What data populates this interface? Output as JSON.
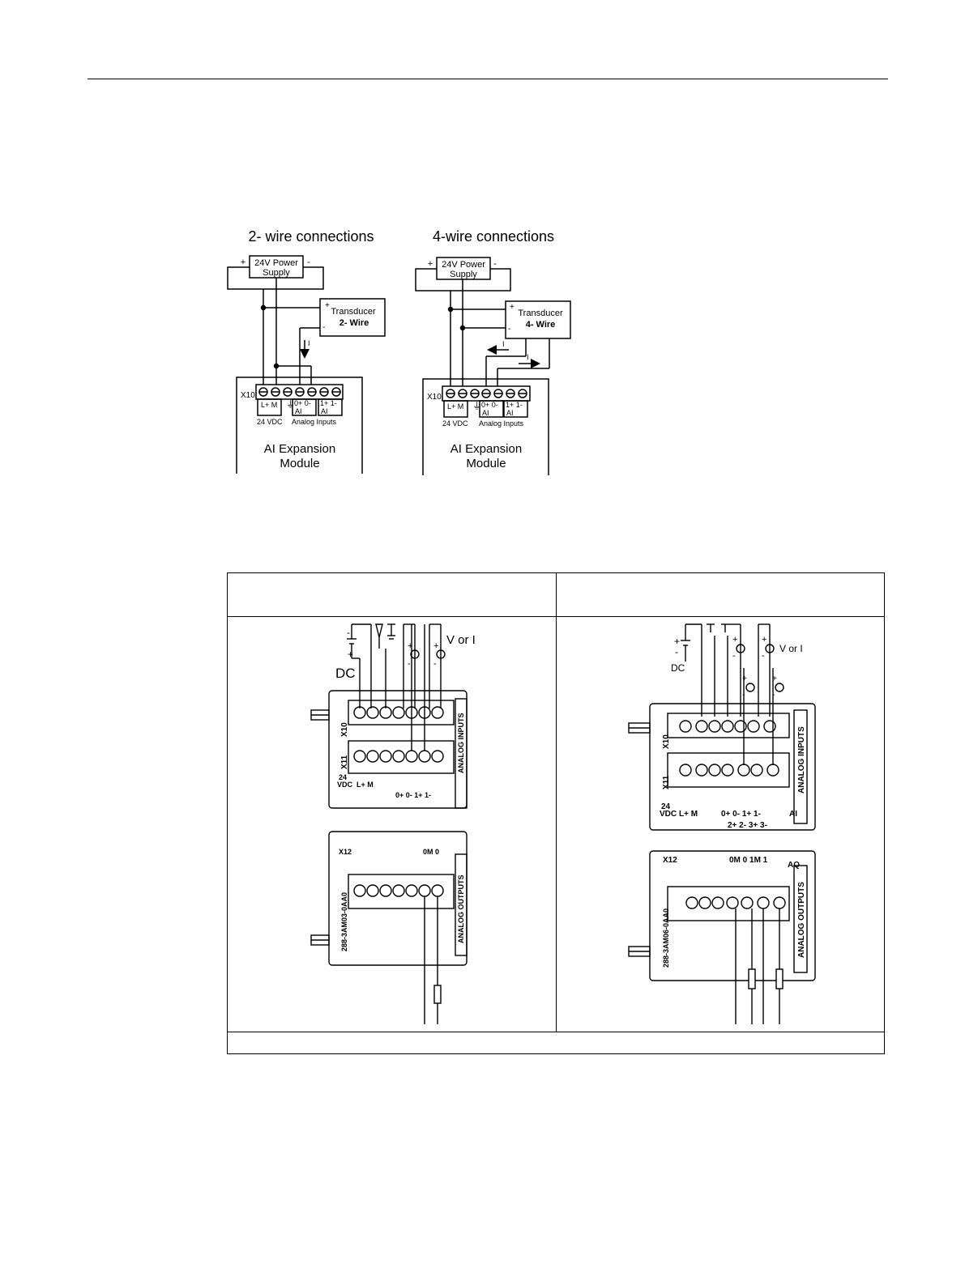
{
  "figure1": {
    "left": {
      "title": "2- wire connections",
      "supply_label": "24V Power Supply",
      "supply_line1": "24V Power",
      "supply_line2": "Supply",
      "plus": "+",
      "minus": "-",
      "transducer_line1": "Transducer",
      "transducer_line2": "2- Wire",
      "current": "I",
      "connector": "X10",
      "term_lm": "L+ M",
      "term_ai0": "0+ 0-",
      "term_ai1": "1+ 1-",
      "ai": "AI",
      "vdc": "24 VDC",
      "analog_inputs": "Analog Inputs",
      "module_line1": "AI Expansion",
      "module_line2": "Module"
    },
    "right": {
      "title": "4-wire connections",
      "supply_line1": "24V Power",
      "supply_line2": "Supply",
      "plus": "+",
      "minus": "-",
      "transducer_line1": "Transducer",
      "transducer_line2": "4- Wire",
      "current": "I",
      "connector": "X10",
      "term_lm": "L+ M",
      "term_ai0": "0+ 0-",
      "term_ai1": "1+ 1-",
      "ai": "AI",
      "vdc": "24 VDC",
      "analog_inputs": "Analog Inputs",
      "module_line1": "AI Expansion",
      "module_line2": "Module"
    }
  },
  "table": {
    "header_left": "",
    "header_right": "",
    "footer": ""
  },
  "module_a": {
    "dc": "DC",
    "v_or_i": "V or I",
    "x10": "X10",
    "x11": "X11",
    "x12": "X12",
    "vdc_24": "24",
    "vdc": "VDC",
    "terms_top": "L+  M",
    "terms_ai": "0+  0-    1+  1-",
    "terms_aq": "0M   0",
    "analog_inputs": "ANALOG INPUTS",
    "analog_outputs": "ANALOG OUTPUTS",
    "part_no": "288-3AM03-0AA0",
    "plus": "+",
    "minus": "-"
  },
  "module_b": {
    "dc": "DC",
    "v_or_i": "V or I",
    "x10": "X10",
    "x11": "X11",
    "x12": "X12",
    "vdc_24": "24",
    "vdc": "VDC",
    "terms_top": "L+  M",
    "terms_ai1": "0+  0-   1+  1-",
    "terms_ai2": "2+  2-   3+  3-",
    "ai": "AI",
    "terms_aq": "0M   0   1M   1",
    "aq": "AQ",
    "analog_inputs": "ANALOG INPUTS",
    "analog_outputs": "ANALOG OUTPUTS",
    "part_no": "288-3AM06-0AA0",
    "plus": "+",
    "minus": "-"
  }
}
